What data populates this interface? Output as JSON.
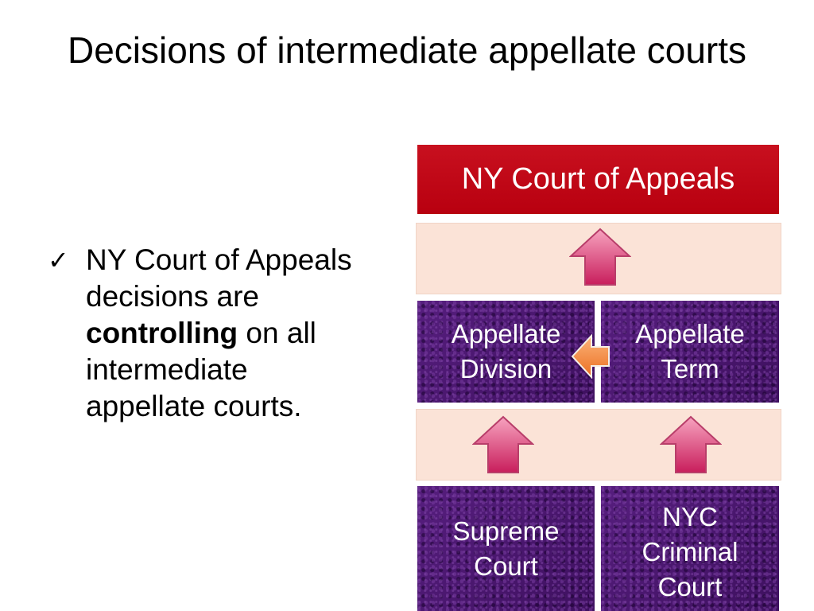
{
  "slide": {
    "title": "Decisions of intermediate appellate courts"
  },
  "bullet": {
    "check_symbol": "✓",
    "text_before": "NY Court of Appeals decisions are ",
    "text_bold": "controlling",
    "text_after": " on all intermediate appellate courts."
  },
  "diagram": {
    "top_court": "NY Court of Appeals",
    "middle_left": [
      "Appellate",
      "Division"
    ],
    "middle_right": [
      "Appellate",
      "Term"
    ],
    "bottom_left": [
      "Supreme",
      "Court"
    ],
    "bottom_right": [
      "NYC",
      "Criminal",
      "Court"
    ],
    "colors": {
      "top_box": "#c8101f",
      "purple_box": "#4a1870",
      "band": "#fbe3d7",
      "up_arrow": "#e0457a",
      "side_arrow": "#f28a3c"
    }
  }
}
